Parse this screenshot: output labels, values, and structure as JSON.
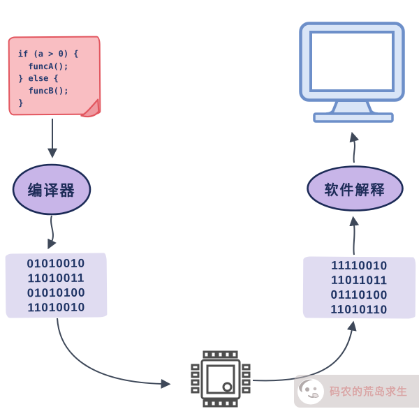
{
  "diagram": {
    "code_note": {
      "code": "if (a > 0) {\n  funcA();\n} else {\n  funcB();\n}"
    },
    "compile_path": {
      "compiler_label": "编译器",
      "machine_code": "01010010\n11010011\n01010100\n11010010"
    },
    "interpret_path": {
      "interpreter_label": "软件解释",
      "machine_code": "11110010\n11011011\n01110100\n11010110"
    },
    "icons": {
      "monitor": "monitor-icon",
      "cpu": "cpu-chip-icon",
      "mascot": "mascot-face-icon"
    },
    "colors": {
      "note_fill": "#f9bec2",
      "note_border": "#e2565f",
      "note_fold": "#ef9aa1",
      "code_text": "#233a6e",
      "ellipse_fill": "#c8b5e8",
      "ellipse_border": "#1c2b57",
      "binary_fill": "#e0dcf1",
      "binary_text": "#1d3263",
      "arrow": "#3e4859",
      "monitor_fill": "#d9e5f7",
      "monitor_border": "#6d8fc9",
      "cpu_outline": "#4e4e4e",
      "watermark_bg": "#c6bebe",
      "watermark_text": "#d6a0a0"
    }
  },
  "watermark": {
    "text": "码农的荒岛求生"
  }
}
